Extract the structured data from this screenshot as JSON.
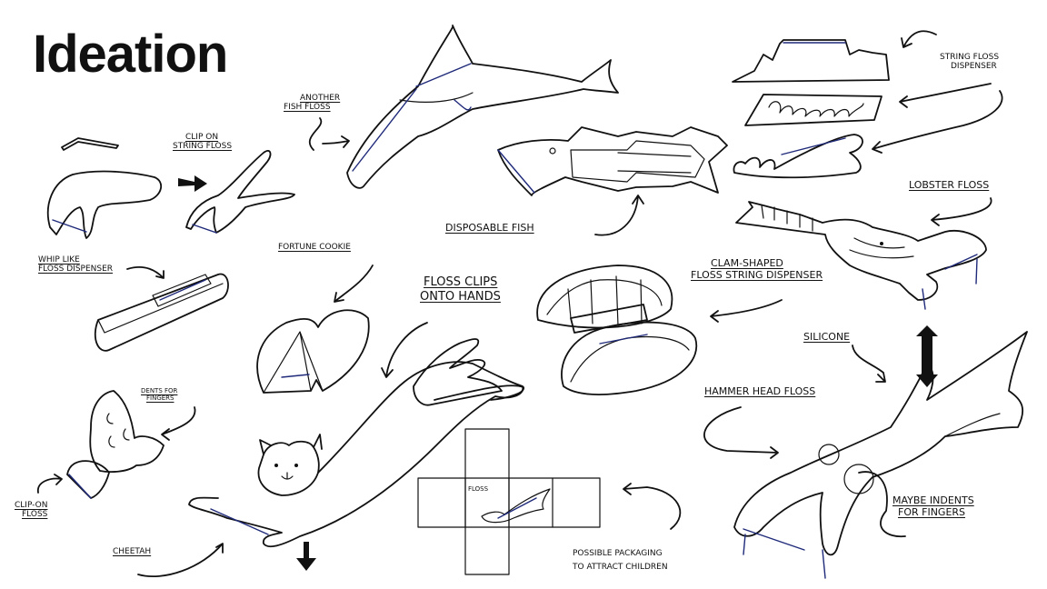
{
  "title": "Ideation",
  "labels": {
    "clip_on_string_floss": [
      "CLIP ON",
      "STRING FLOSS"
    ],
    "another_fish_floss": [
      "ANOTHER",
      "FISH FLOSS"
    ],
    "string_floss_dispenser": [
      "STRING FLOSS",
      "DISPENSER"
    ],
    "whip_like_floss_dispenser": [
      "WHIP LIKE",
      "FLOSS DISPENSER"
    ],
    "disposable_fish": "DISPOSABLE FISH",
    "lobster_floss": "LOBSTER FLOSS",
    "fortune_cookie": "FORTUNE COOKIE",
    "floss_clips_onto_hands": [
      "FLOSS CLIPS",
      "ONTO HANDS"
    ],
    "clam_shaped": [
      "CLAM-SHAPED",
      "FLOSS STRING DISPENSER"
    ],
    "dents_for_fingers": [
      "DENTS FOR",
      "FINGERS"
    ],
    "silicone": "SILICONE",
    "hammer_head_floss": "HAMMER HEAD FLOSS",
    "clip_on_floss": [
      "CLIP-ON",
      "FLOSS"
    ],
    "maybe_indents": [
      "MAYBE INDENTS",
      "FOR FINGERS"
    ],
    "cheetah": "CHEETAH",
    "box_floss": "FLOSS",
    "possible_packaging": [
      "POSSIBLE PACKAGING",
      "TO ATTRACT CHILDREN"
    ]
  }
}
